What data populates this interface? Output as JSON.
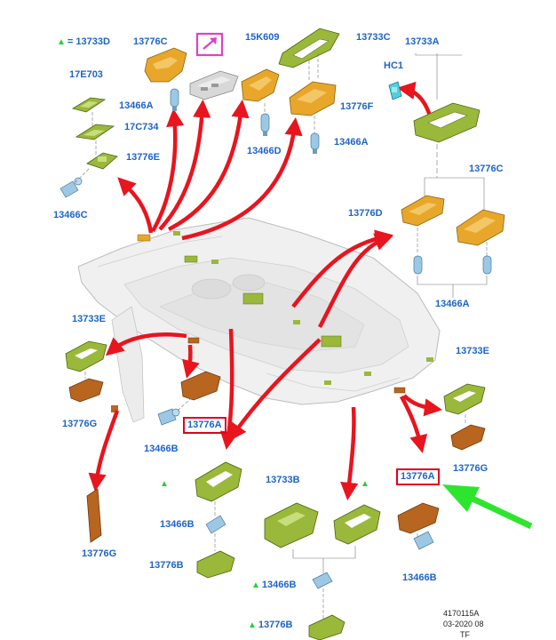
{
  "legend_note": "= 13733D",
  "labels": {
    "13776C_top": "13776C",
    "15K609": "15K609",
    "13733C": "13733C",
    "17E703": "17E703",
    "13466A_left": "13466A",
    "17C734": "17C734",
    "13776E": "13776E",
    "13466C": "13466C",
    "13466D": "13466D",
    "13776F": "13776F",
    "13466A_mid": "13466A",
    "13733A": "13733A",
    "HC1": "HC1",
    "13776D": "13776D",
    "13776C_right": "13776C",
    "13466A_right": "13466A",
    "13733E_left": "13733E",
    "13776G_left": "13776G",
    "13776A_left": "13776A",
    "13466B_left": "13466B",
    "13776G_bottom": "13776G",
    "13466B_mid": "13466B",
    "13776B_mid": "13776B",
    "13733B": "13733B",
    "13466B_low": "13466B",
    "13776B_low": "13776B",
    "13733E_right": "13733E",
    "13776G_right": "13776G",
    "13776A_right": "13776A",
    "13466B_right": "13466B"
  },
  "footer": {
    "line1": "4170115A",
    "line2": "03-2020 08",
    "line3": "TF"
  },
  "colors": {
    "label": "#1e64c8",
    "arrow_red": "#e8141e",
    "arrow_green": "#2ee52e",
    "highlight_box": "#e0001b",
    "legend_box": "#e040c8",
    "part_olive": "#9ab83a",
    "part_orange": "#e8a72a",
    "part_brown": "#b8651f",
    "bulb": "#9cc8e6"
  }
}
